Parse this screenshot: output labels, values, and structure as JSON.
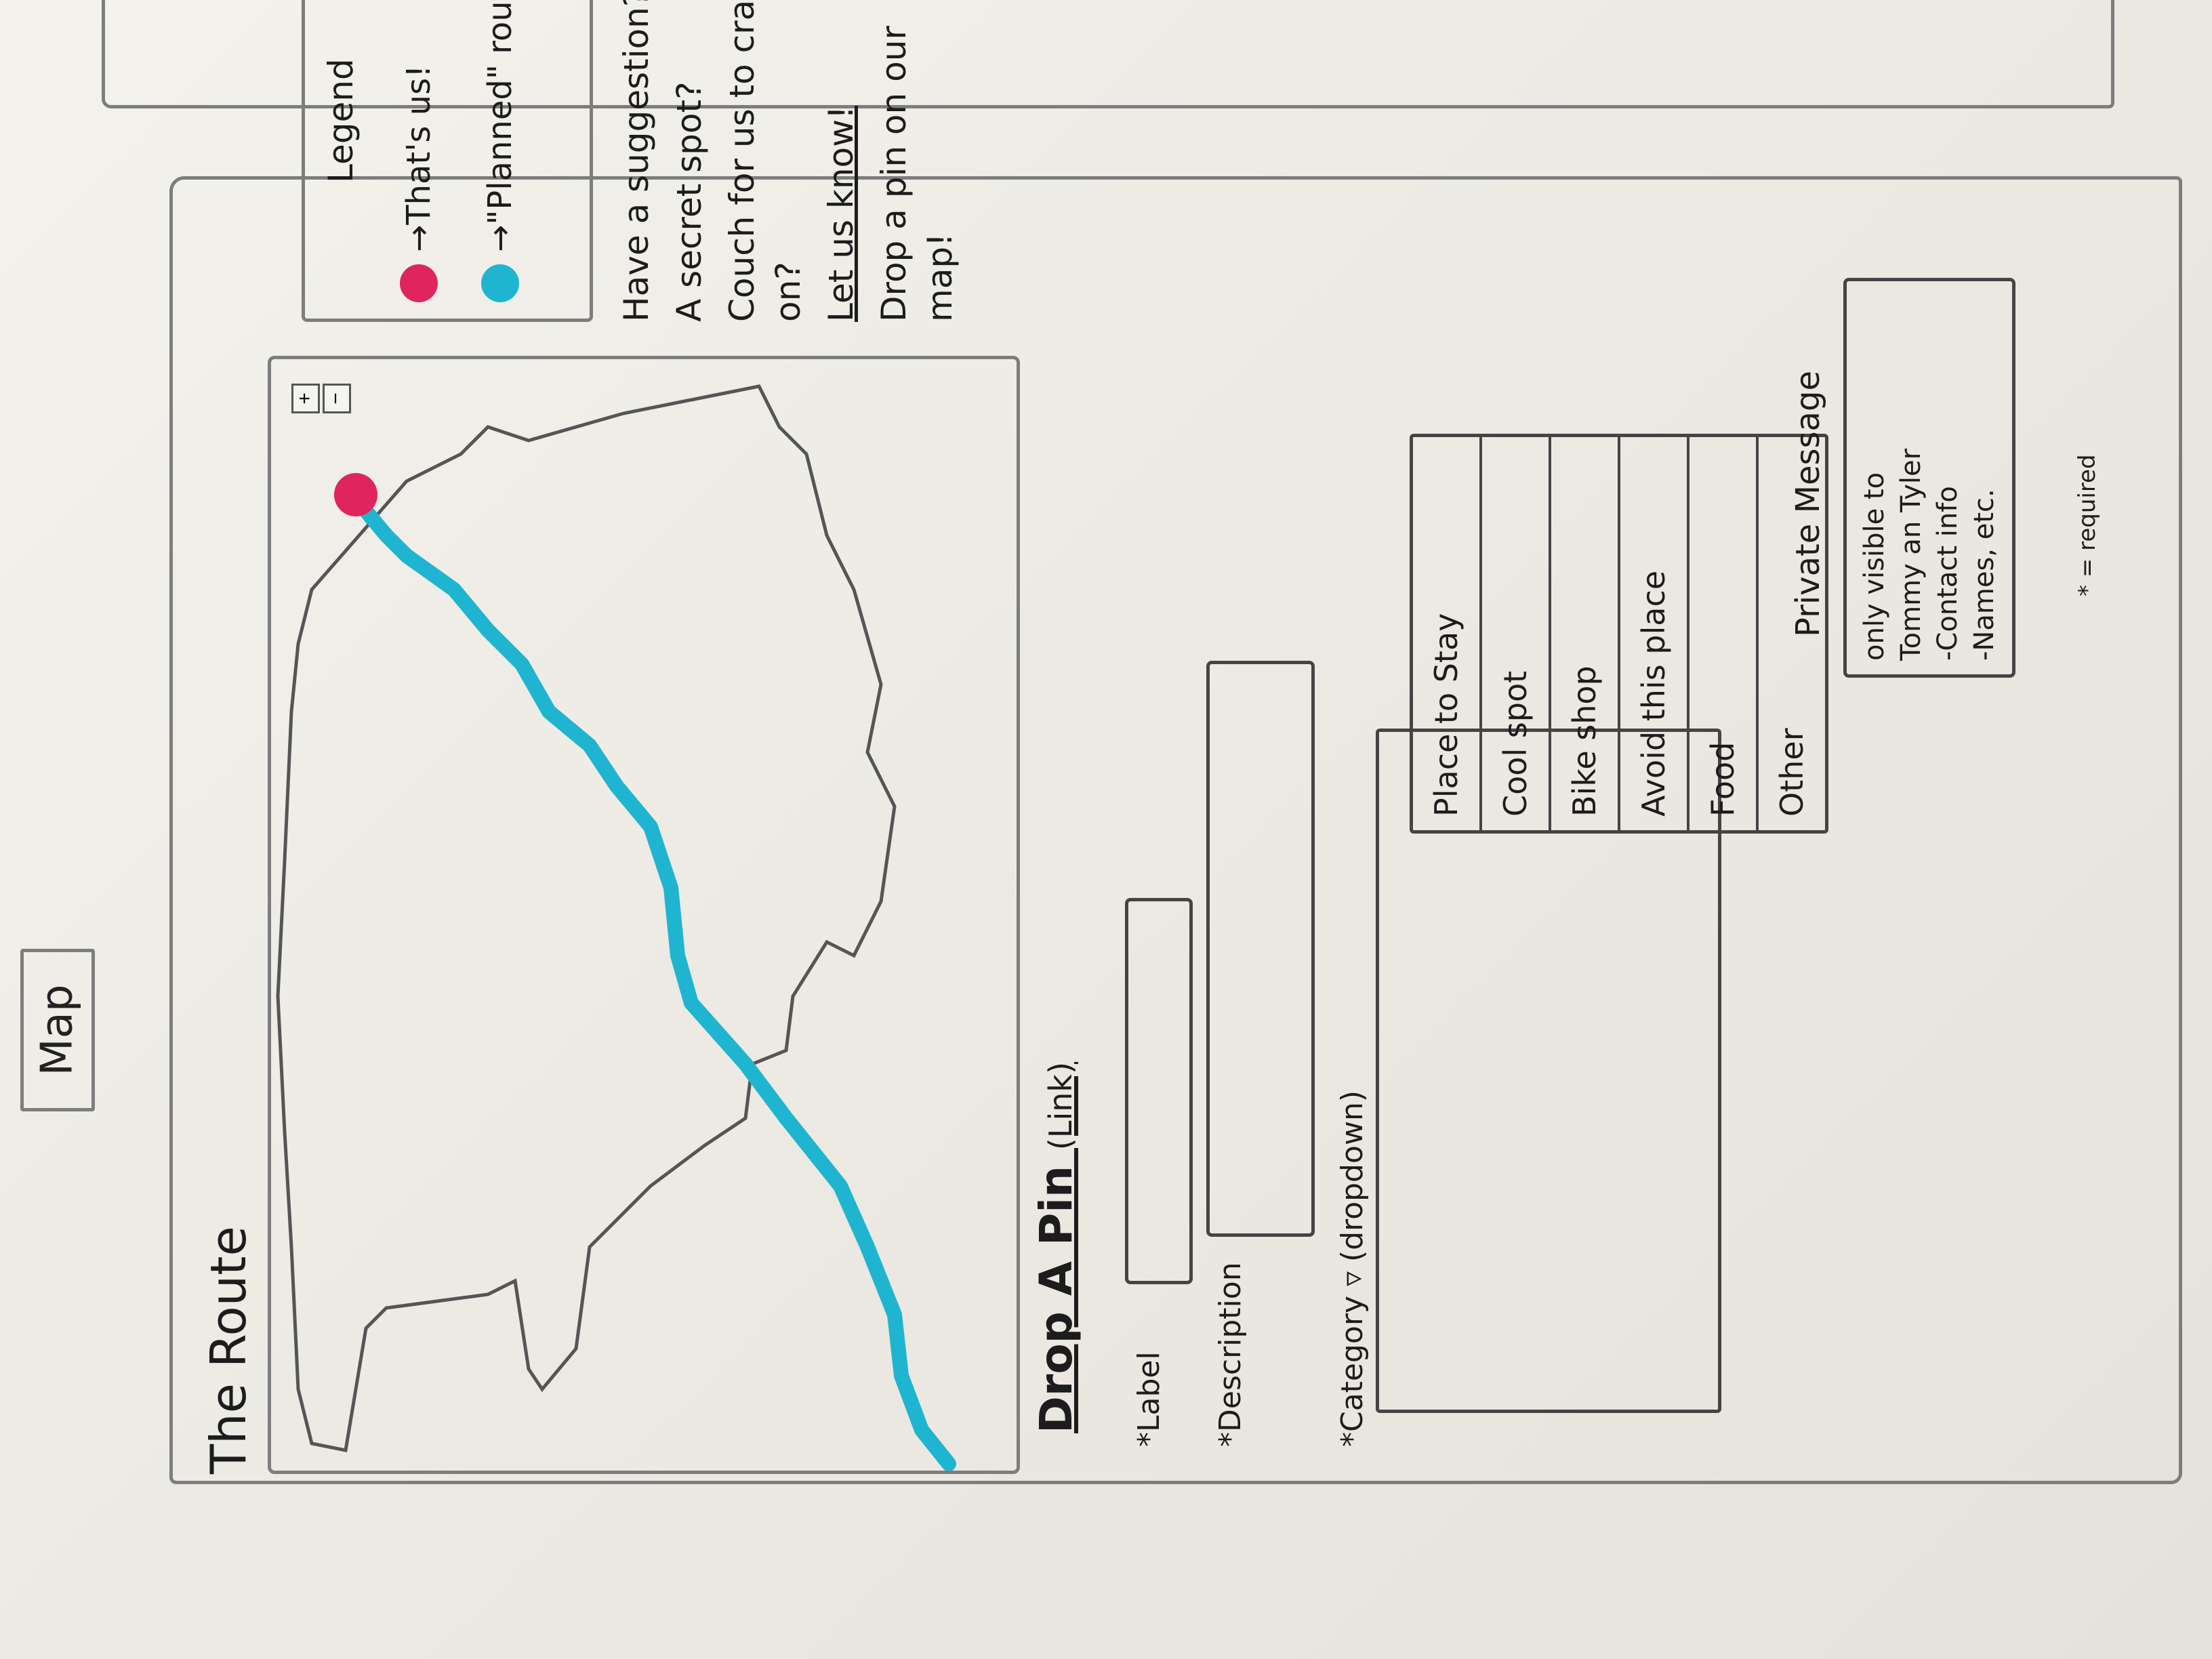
{
  "tab": {
    "label": "Map"
  },
  "route_section": {
    "title": "The Route"
  },
  "zoom": {
    "plus": "+",
    "minus": "−"
  },
  "legend": {
    "title": "Legend",
    "items": [
      {
        "label": "→That's us!",
        "color": "#e0245e"
      },
      {
        "label": "→\"Planned\" route",
        "color": "#1fb4cf"
      }
    ]
  },
  "suggestion": {
    "line1": "Have a suggestion?",
    "line2": "A secret spot?",
    "line3": "Couch for us to crash on?",
    "line4": "Let us know!",
    "line5": "Drop a pin on our map!"
  },
  "form": {
    "title": "Drop A Pin",
    "title_note": "(Link)",
    "label_field": "*Label",
    "description_field": "*Description",
    "category_field": "*Category ▿ (dropdown)",
    "categories": [
      "Place to Stay",
      "Cool spot",
      "Bike shop",
      "Avoid this place",
      "Food",
      "Other"
    ],
    "private_label": "Private Message",
    "private_lines": [
      "only visible to",
      "Tommy an Tyler",
      "-Contact info",
      "-Names, etc."
    ],
    "required_note": "* = required"
  },
  "colors": {
    "us_marker": "#e0245e",
    "route_line": "#1fb4cf"
  }
}
